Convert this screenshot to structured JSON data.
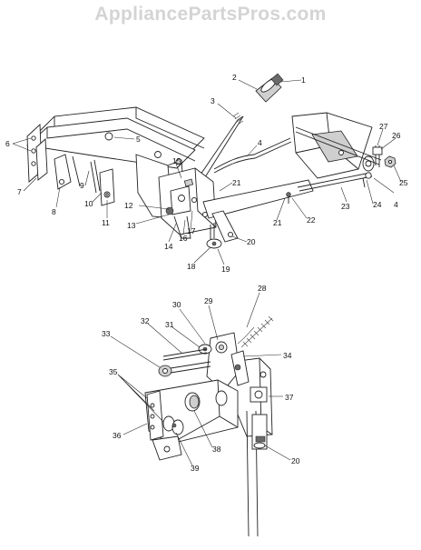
{
  "watermark": "AppliancePartsPros.com",
  "upper_callouts": [
    "1",
    "2",
    "3",
    "4",
    "5",
    "6",
    "7",
    "8",
    "9",
    "10",
    "11",
    "12",
    "13",
    "14",
    "15",
    "16",
    "17",
    "18",
    "19",
    "20",
    "21",
    "22",
    "23",
    "24",
    "25",
    "26",
    "27",
    "4",
    "21"
  ],
  "lower_callouts": [
    "28",
    "29",
    "30",
    "31",
    "32",
    "33",
    "34",
    "35",
    "36",
    "37",
    "38",
    "39",
    "20"
  ]
}
